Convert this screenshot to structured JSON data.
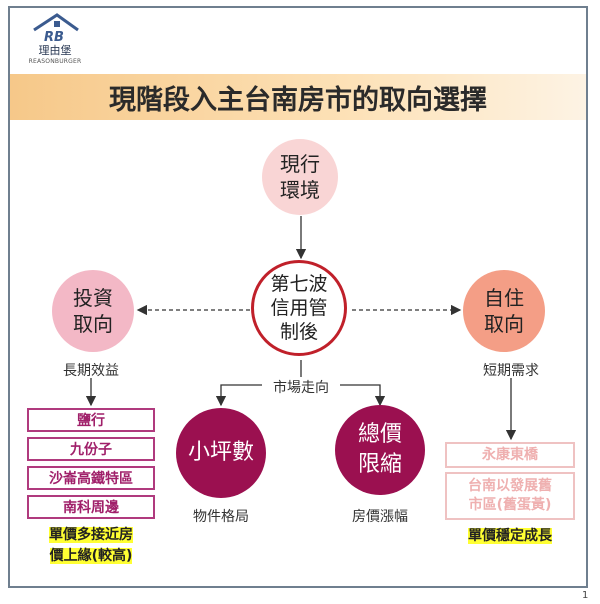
{
  "logo": {
    "mark": "RB",
    "chinese": "理由堡",
    "english": "REASONBURGER"
  },
  "title": "現階段入主台南房市的取向選擇",
  "nodes": {
    "environment": "現行\n環境",
    "center": "第七波\n信用管\n制後",
    "invest": "投資\n取向",
    "self": "自住\n取向",
    "small": "小坪數",
    "total": "總價\n限縮"
  },
  "labels": {
    "invest_sub": "長期效益",
    "self_sub": "短期需求",
    "market": "市場走向",
    "small_sub": "物件格局",
    "total_sub": "房價漲幅"
  },
  "invest_areas": [
    "鹽行",
    "九份子",
    "沙崙高鐵特區",
    "南科周邊"
  ],
  "invest_note": "單價多接近房\n價上緣(較高)",
  "self_areas": [
    "永康東橋",
    "台南以發展舊\n市區(舊蛋黃)"
  ],
  "self_note": "單價穩定成長",
  "page_number": "1",
  "colors": {
    "invest": "#f3b8c6",
    "self": "#f49e86",
    "env": "#f9d5d5",
    "center_border": "#c0202a",
    "market": "#9b1050",
    "highlight": "#ffff33"
  }
}
